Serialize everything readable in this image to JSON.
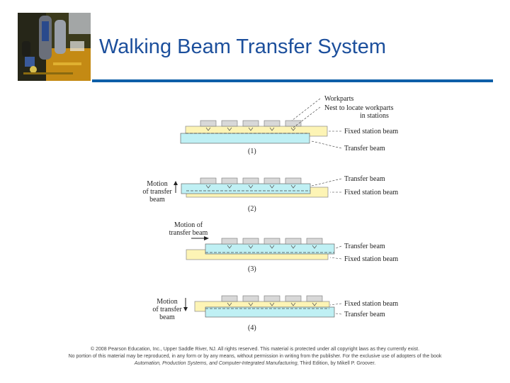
{
  "slide": {
    "title": "Walking Beam Transfer System",
    "logo_icon": "circuit-board-photo",
    "accent_color": "#0e5fa8",
    "title_color": "#1c4f9c"
  },
  "diagram": {
    "colors": {
      "fixed_beam": "#fdf4b5",
      "transfer_beam": "#bff0f4",
      "workpart": "#d8d8d8"
    },
    "stages": [
      {
        "caption": "(1)",
        "labels": [
          "Workparts",
          "Nest to locate workparts",
          "in stations",
          "Fixed station beam",
          "Transfer beam"
        ],
        "motion": []
      },
      {
        "caption": "(2)",
        "labels": [
          "Transfer beam",
          "Fixed station beam"
        ],
        "motion": [
          "Motion",
          "of transfer",
          "beam"
        ]
      },
      {
        "caption": "(3)",
        "labels": [
          "Transfer beam",
          "Fixed station beam"
        ],
        "motion": [
          "Motion of",
          "transfer beam"
        ]
      },
      {
        "caption": "(4)",
        "labels": [
          "Fixed station beam",
          "Transfer beam"
        ],
        "motion": [
          "Motion",
          "of transfer",
          "beam"
        ]
      }
    ]
  },
  "footer": {
    "line1": "© 2008 Pearson Education, Inc., Upper Saddle River, NJ. All rights reserved. This material is protected under all copyright laws as they currently exist.",
    "line2": "No portion of this material may be reproduced, in any form or by any means, without permission in writing from the publisher. For the exclusive use of adopters of the book",
    "book_title": "Automation, Production Systems, and Computer-Integrated Manufacturing",
    "edition": ", Third Edition, by Mikell P. Groover."
  }
}
